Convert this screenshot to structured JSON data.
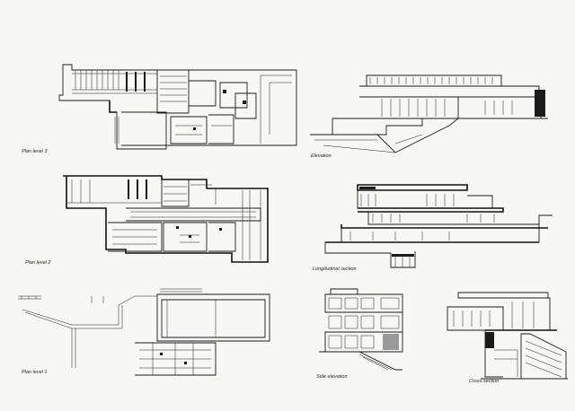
{
  "drawings": {
    "plan_level_3": {
      "caption": "Plan level 3"
    },
    "plan_level_2": {
      "caption": "Plan level 2"
    },
    "plan_level_1": {
      "caption": "Plan level 1"
    },
    "elevation": {
      "caption": "Elevation"
    },
    "longitudinal_section": {
      "caption": "Longitudinal section"
    },
    "side_elevation": {
      "caption": "Side elevation"
    },
    "cross_section": {
      "caption": "Cross section"
    }
  },
  "colors": {
    "paper": "#f7f7f5",
    "ink": "#1a1a1a"
  }
}
